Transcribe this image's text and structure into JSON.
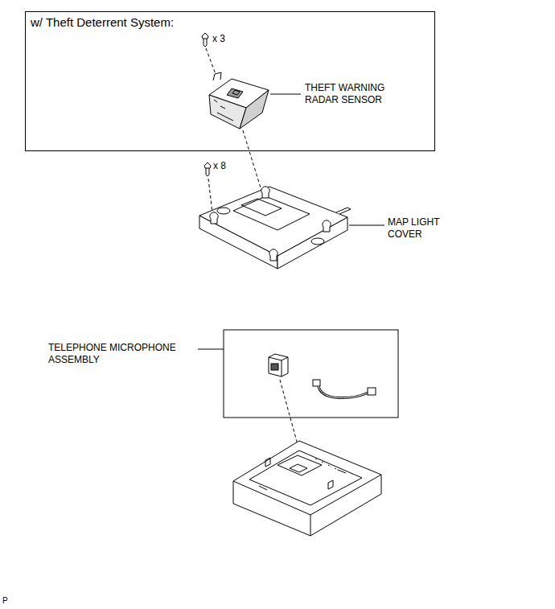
{
  "diagram": {
    "nodes": [
      {
        "text": [
          "w/ Theft Deterrent System:",
          "x 3",
          "THEFT WARNING RADAR SENSOR"
        ]
      }
    ],
    "labels": [
      "x 8",
      "MAP LIGHT COVER",
      "TELEPHONE MICROPHONE ASSEMBLY",
      "P"
    ]
  }
}
